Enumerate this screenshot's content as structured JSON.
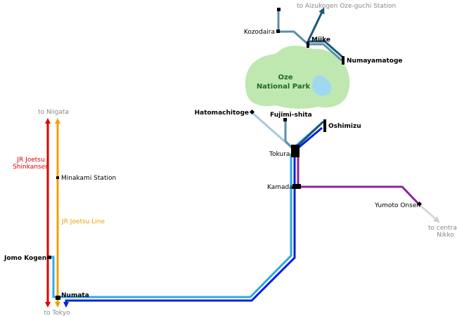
{
  "park": {
    "line1": "Oze",
    "line2": "National Park",
    "fill": "#bfe8b0",
    "lake": "#9fd8f0"
  },
  "lines": {
    "shinkansen": {
      "label1": "JR Joetsu",
      "label2": "Shinkansen",
      "color": "#e00000"
    },
    "joetsu": {
      "label": "JR Joetsu Line",
      "color": "#f0a000"
    },
    "bus_light": {
      "color": "#30a8e8"
    },
    "bus_dark": {
      "color": "#0020e0"
    },
    "bus_purple": {
      "color": "#9020a0"
    },
    "bus_teal": {
      "color": "#5890a8"
    },
    "bus_navy": {
      "color": "#185878"
    },
    "bus_pale": {
      "color": "#a8c8e0"
    },
    "grey": {
      "color": "#d8d8d8"
    }
  },
  "stations": {
    "kozodaira": "Kozodaira",
    "miike": "Miike",
    "numayamatoge": "Numayamatoge",
    "hatomachitoge": "Hatomachitoge",
    "fujimi_shita": "Fujimi-shita",
    "oshimizu": "Oshimizu",
    "tokura": "Tokura",
    "kamada": "Kamada",
    "yumoto_onsen": "Yumoto Onsen",
    "minakami": "Minakami Station",
    "jomo_kogen": "Jomo Kogen",
    "numata": "Numata"
  },
  "destinations": {
    "aizukogen": "to Aizukogen Oze-guchi Station",
    "niigata": "to Niigata",
    "tokyo": "to Tokyo",
    "nikko1": "to central",
    "nikko2": "Nikko"
  }
}
